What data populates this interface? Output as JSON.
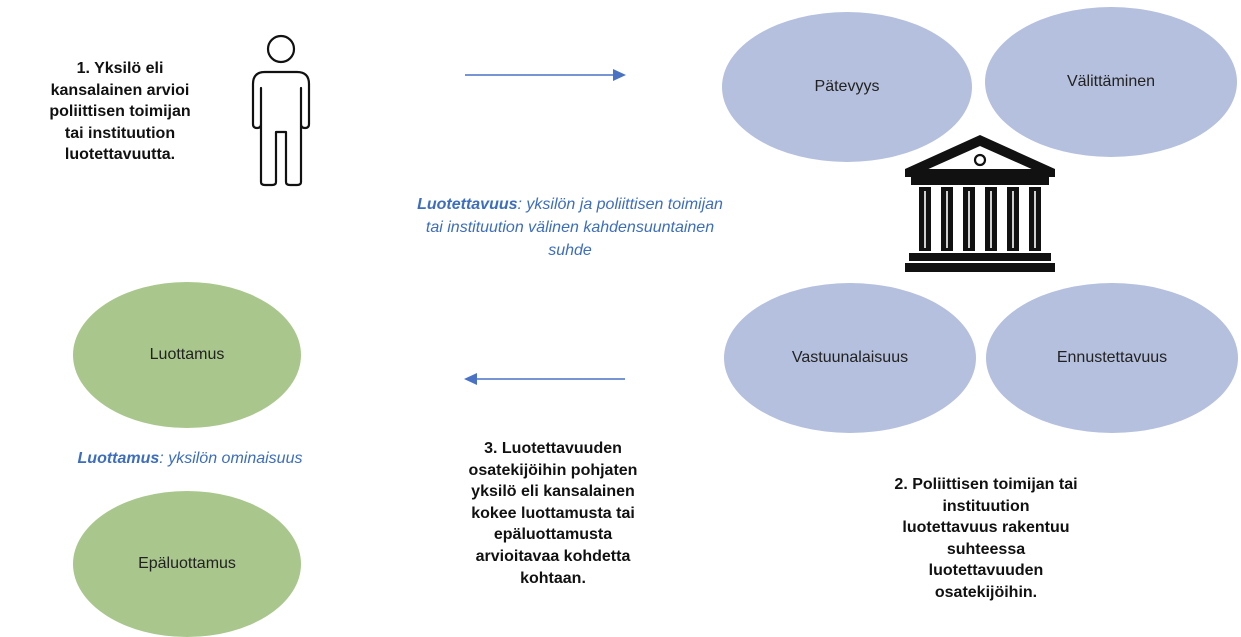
{
  "steps": {
    "step1": "1. Yksilö eli\nkansalainen arvioi\npoliittisen toimijan\ntai instituution\nluotettavuutta.",
    "step2": "2. Poliittisen toimijan tai\ninstituution\nluotettavuus rakentuu\nsuhteessa\nluotettavuuden\nosatekijöihin.",
    "step3": "3. Luotettavuuden\nosatekijöihin pohjaten\nyksilö eli kansalainen\nkokee luottamusta tai\nepäluottamusta\narvioitavaa kohdetta\nkohtaan."
  },
  "components": {
    "competence": "Pätevyys",
    "care": "Välittäminen",
    "accountability": "Vastuunalaisuus",
    "predictability": "Ennustettavuus"
  },
  "outcomes": {
    "trust": "Luottamus",
    "distrust": "Epäluottamus"
  },
  "definitions": {
    "trustworthiness_term": "Luotettavuus",
    "trustworthiness_text": ": yksilön ja poliittisen toimijan tai instituution välinen kahdensuuntainen suhde",
    "trust_term": "Luottamus",
    "trust_text": ": yksilön ominaisuus"
  },
  "colors": {
    "component_fill": "#b4c0dd",
    "outcome_fill": "#a9c78c",
    "arrow": "#4a72c4",
    "definition_text": "#3d6dbf"
  },
  "icons": {
    "person": "person-outline-icon",
    "institution": "institution-building-icon",
    "arrow_right": "arrow-right-icon",
    "arrow_left": "arrow-left-icon"
  }
}
